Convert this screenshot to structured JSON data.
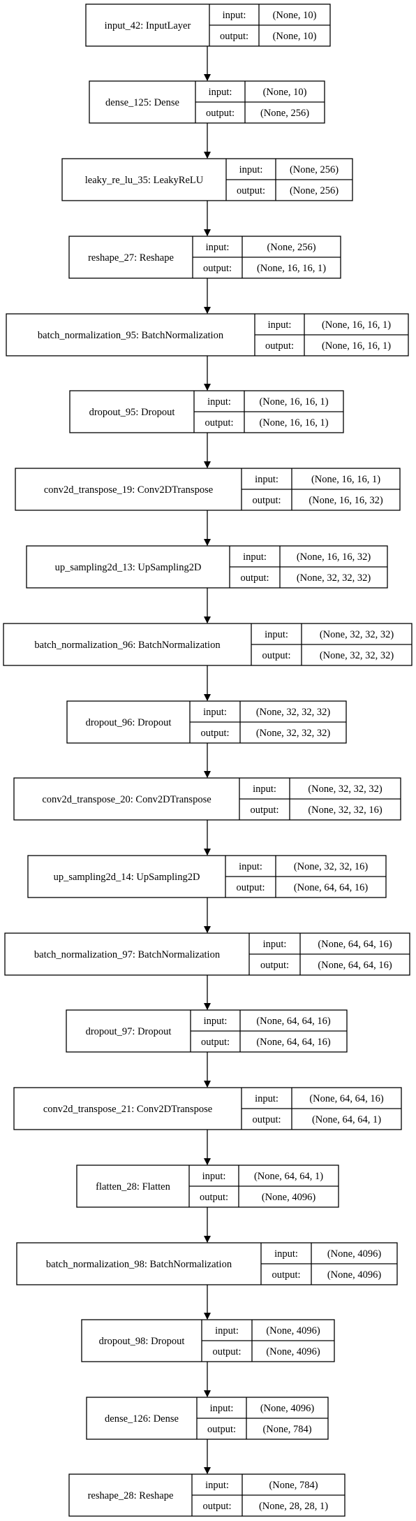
{
  "diagram": {
    "nodes": [
      {
        "name": "input_42: InputLayer",
        "input": "(None, 10)",
        "output": "(None, 10)"
      },
      {
        "name": "dense_125: Dense",
        "input": "(None, 10)",
        "output": "(None, 256)"
      },
      {
        "name": "leaky_re_lu_35: LeakyReLU",
        "input": "(None, 256)",
        "output": "(None, 256)"
      },
      {
        "name": "reshape_27: Reshape",
        "input": "(None, 256)",
        "output": "(None, 16, 16, 1)"
      },
      {
        "name": "batch_normalization_95: BatchNormalization",
        "input": "(None, 16, 16, 1)",
        "output": "(None, 16, 16, 1)"
      },
      {
        "name": "dropout_95: Dropout",
        "input": "(None, 16, 16, 1)",
        "output": "(None, 16, 16, 1)"
      },
      {
        "name": "conv2d_transpose_19: Conv2DTranspose",
        "input": "(None, 16, 16, 1)",
        "output": "(None, 16, 16, 32)"
      },
      {
        "name": "up_sampling2d_13: UpSampling2D",
        "input": "(None, 16, 16, 32)",
        "output": "(None, 32, 32, 32)"
      },
      {
        "name": "batch_normalization_96: BatchNormalization",
        "input": "(None, 32, 32, 32)",
        "output": "(None, 32, 32, 32)"
      },
      {
        "name": "dropout_96: Dropout",
        "input": "(None, 32, 32, 32)",
        "output": "(None, 32, 32, 32)"
      },
      {
        "name": "conv2d_transpose_20: Conv2DTranspose",
        "input": "(None, 32, 32, 32)",
        "output": "(None, 32, 32, 16)"
      },
      {
        "name": "up_sampling2d_14: UpSampling2D",
        "input": "(None, 32, 32, 16)",
        "output": "(None, 64, 64, 16)"
      },
      {
        "name": "batch_normalization_97: BatchNormalization",
        "input": "(None, 64, 64, 16)",
        "output": "(None, 64, 64, 16)"
      },
      {
        "name": "dropout_97: Dropout",
        "input": "(None, 64, 64, 16)",
        "output": "(None, 64, 64, 16)"
      },
      {
        "name": "conv2d_transpose_21: Conv2DTranspose",
        "input": "(None, 64, 64, 16)",
        "output": "(None, 64, 64, 1)"
      },
      {
        "name": "flatten_28: Flatten",
        "input": "(None, 64, 64, 1)",
        "output": "(None, 4096)"
      },
      {
        "name": "batch_normalization_98: BatchNormalization",
        "input": "(None, 4096)",
        "output": "(None, 4096)"
      },
      {
        "name": "dropout_98: Dropout",
        "input": "(None, 4096)",
        "output": "(None, 4096)"
      },
      {
        "name": "dense_126: Dense",
        "input": "(None, 4096)",
        "output": "(None, 784)"
      },
      {
        "name": "reshape_28: Reshape",
        "input": "(None, 784)",
        "output": "(None, 28, 28, 1)"
      }
    ],
    "port_labels": {
      "input": "input:",
      "output": "output:"
    },
    "colors": {
      "stroke": "#000000",
      "fill": "#ffffff",
      "text": "#000000"
    }
  }
}
